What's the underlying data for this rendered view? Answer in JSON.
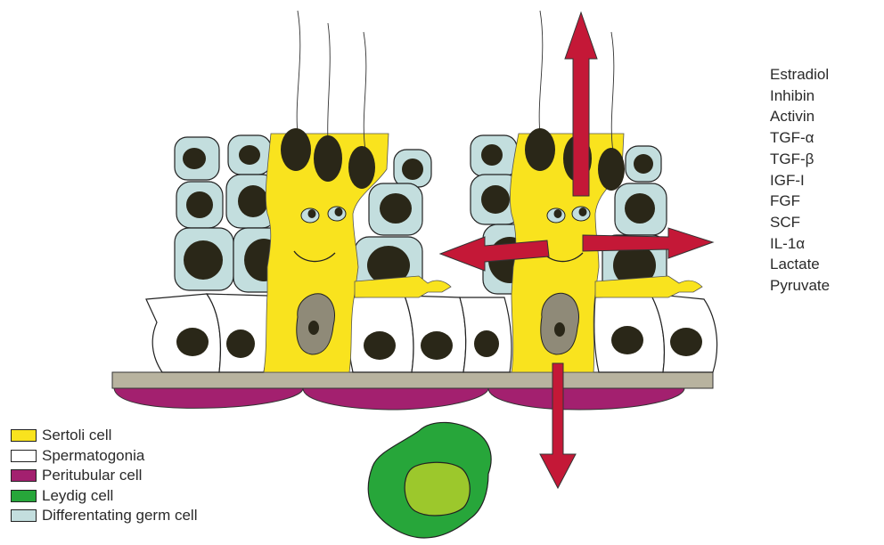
{
  "factors": [
    "Estradiol",
    "Inhibin",
    "Activin",
    "TGF-α",
    "TGF-β",
    "IGF-I",
    "FGF",
    "SCF",
    "IL-1α",
    "Lactate",
    "Pyruvate"
  ],
  "legend": [
    {
      "label": "Sertoli cell",
      "color": "#f9e31e"
    },
    {
      "label": "Spermatogonia",
      "color": "#ffffff"
    },
    {
      "label": "Peritubular cell",
      "color": "#a3206f"
    },
    {
      "label": "Leydig cell",
      "color": "#27a63a"
    },
    {
      "label": "Differentating germ cell",
      "color": "#c3dede"
    }
  ],
  "colors": {
    "sertoli": "#f9e31e",
    "germ_cell": "#c3dede",
    "nucleus": "#2a2718",
    "spermatogonia": "#ffffff",
    "peritubular": "#a3206f",
    "basement_membrane": "#b8b39f",
    "leydig_outer": "#27a63a",
    "leydig_inner": "#9cc82c",
    "arrow": "#c41837",
    "sertoli_nucleus": "#8f8a78"
  }
}
